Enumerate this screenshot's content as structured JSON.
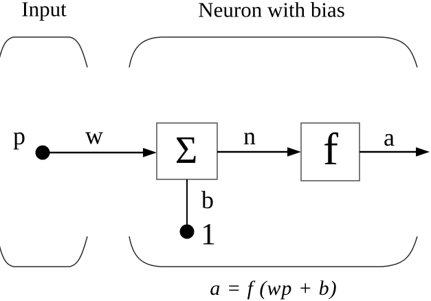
{
  "diagram": {
    "title_input": "Input",
    "title_neuron": "Neuron with bias",
    "labels": {
      "input_node": "p",
      "weight": "w",
      "net_input": "n",
      "output": "a",
      "bias": "b",
      "bias_constant": "1"
    },
    "blocks": {
      "sum": "Σ",
      "transfer": "f"
    },
    "equation": "a = f (wp + b)",
    "colors": {
      "ink": "#000000",
      "bracket": "#2b2b2b",
      "box_border": "#58595b",
      "background": "#ffffff"
    }
  }
}
